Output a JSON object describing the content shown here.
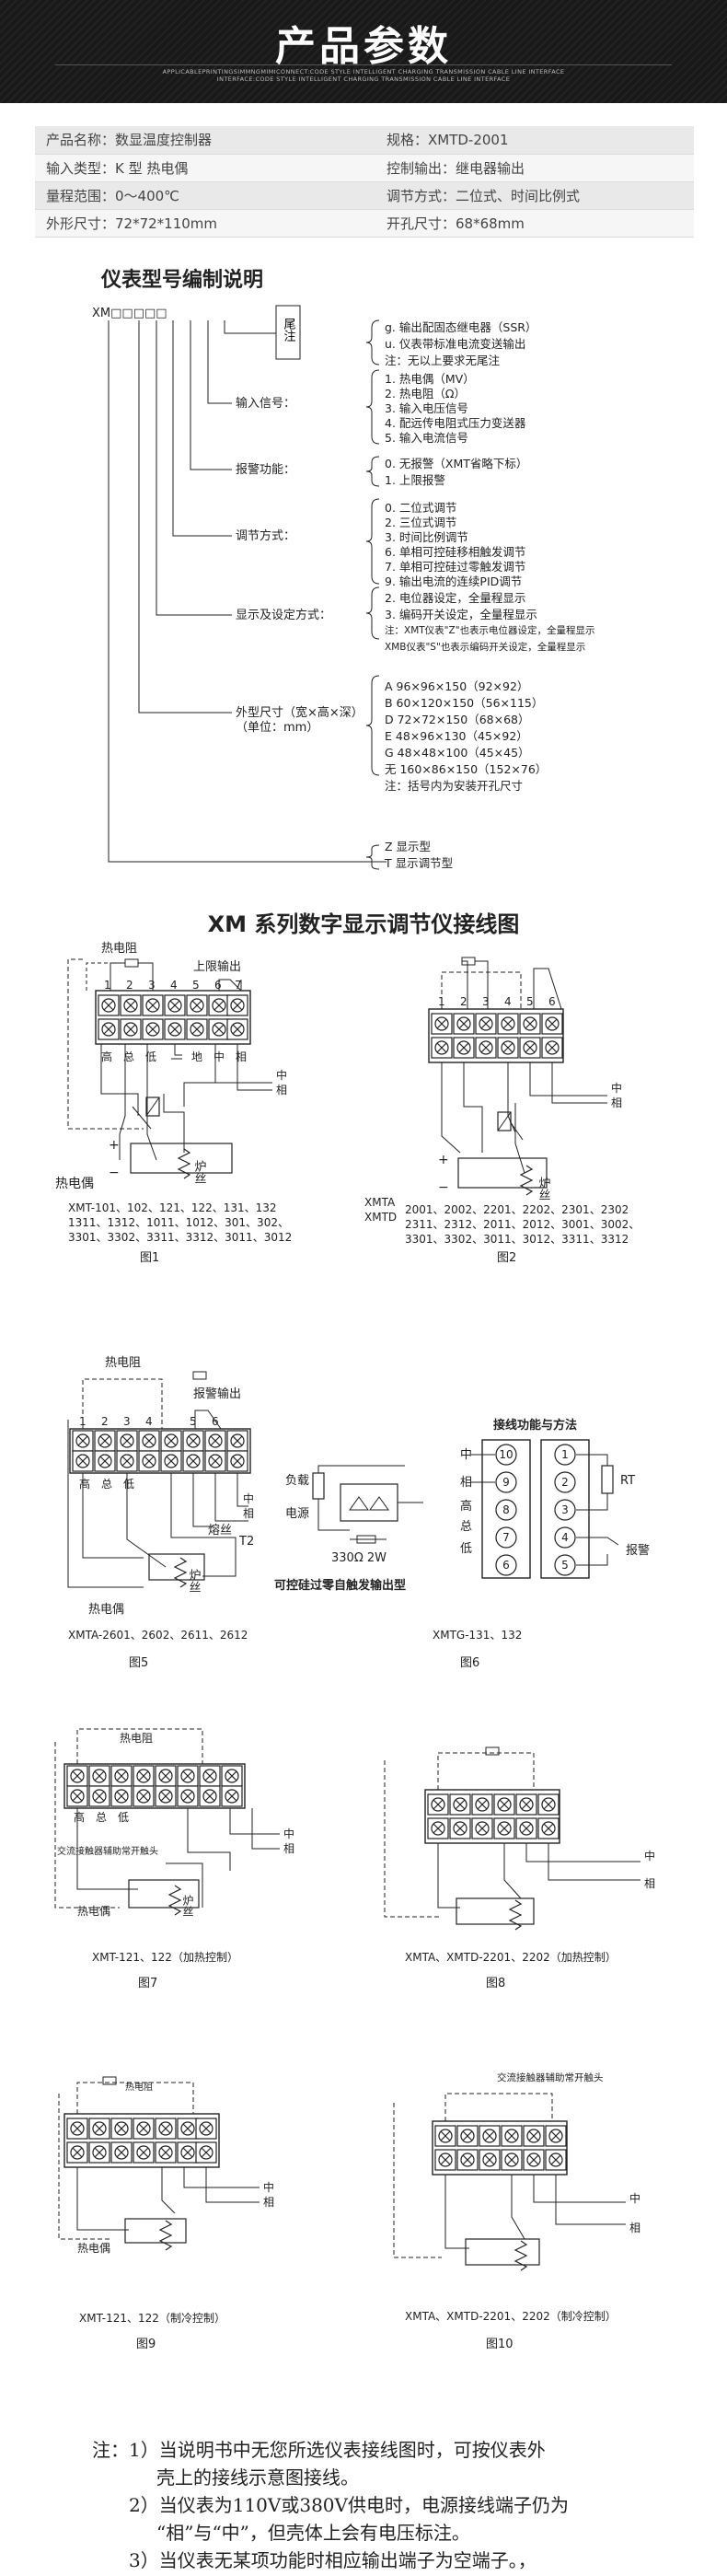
{
  "header": {
    "title": "产品参数",
    "subtitle_1": "APPLICABLEPRINTINGSIMMNGMIMICONNECT:CODE STYLE INTELLIGENT CHARGING TRANSMISSION CABLE LINE INTERFACE",
    "subtitle_2": "INTERFACE:CODE STYLE INTELLIGENT CHARGING TRANSMISSION CABLE LINE INTERFACE"
  },
  "spec": [
    {
      "left": "产品名称：数显温度控制器",
      "right": "规格：XMTD-2001"
    },
    {
      "left": "输入类型：K 型  热电偶",
      "right": "控制输出：继电器输出"
    },
    {
      "left": "量程范围：0～400℃",
      "right": "调节方式：二位式、时间比例式"
    },
    {
      "left": "外形尺寸：72*72*110mm",
      "right": "开孔尺寸：68*68mm"
    }
  ],
  "model_code": {
    "title": "仪表型号编制说明",
    "prefix": "XM□□□□□",
    "suffix_label": "尾注",
    "labels": {
      "input": "输入信号：",
      "alarm": "报警功能：",
      "control": "调节方式：",
      "display": "显示及设定方式：",
      "size": "外型尺寸（宽×高×深）",
      "unit": "（单位：mm）"
    },
    "suffix_opts": [
      "g. 输出配固态继电器（SSR）",
      "u. 仪表带标准电流变送输出",
      "注：无以上要求无尾注"
    ],
    "input_opts": [
      "1. 热电偶（MV）",
      "2. 热电阻（Ω）",
      "3. 输入电压信号",
      "4. 配远传电阻式压力变送器",
      "5. 输入电流信号"
    ],
    "alarm_opts": [
      "0. 无报警（XMT省略下标）",
      "1. 上限报警"
    ],
    "control_opts": [
      "0. 二位式调节",
      "2. 三位式调节",
      "3. 时间比例调节",
      "6. 单相可控硅移相触发调节",
      "7. 单相可控硅过零触发调节",
      "9. 输出电流的连续PID调节"
    ],
    "display_opts": [
      "2. 电位器设定，全量程显示",
      "3. 编码开关设定，全量程显示",
      "注：XMT仪表\"Z\"也表示电位器设定，全量程显示",
      "XMB仪表\"S\"也表示编码开关设定，全量程显示"
    ],
    "size_opts": [
      "A 96×96×150（92×92）",
      "B 60×120×150（56×115）",
      "D 72×72×150（68×68）",
      "E 48×96×130（45×92）",
      "G 48×48×100（45×45）",
      "无 160×86×150（152×76）",
      "注：括号内为安装开孔尺寸"
    ],
    "type_opts": [
      "Z 显示型",
      "T 显示调节型"
    ]
  },
  "wiring": {
    "title": "XM 系列数字显示调节仪接线图",
    "labels": {
      "rtd": "热电阻",
      "upper_out": "上限输出",
      "alarm_out": "报警输出",
      "high": "高",
      "total": "总",
      "low": "低",
      "ground": "地",
      "neutral": "中",
      "phase": "相",
      "thermocouple": "热电偶",
      "furnace": "炉丝",
      "load": "负载",
      "power": "电源",
      "fuse": "熔丝",
      "t2": "T2",
      "r330": "330Ω 2W",
      "scr_note": "可控硅过零自触发输出型",
      "func_title": "接线功能与方法",
      "rt": "RT",
      "alarm": "报警",
      "ac_contact": "交流接触器辅助常开触头"
    },
    "fig1_models": [
      "XMT-101、102、121、122、131、132",
      "1311、1312、1011、1012、301、302、",
      "3301、3302、3311、3312、3011、3012"
    ],
    "fig2_prefix": [
      "XMTA",
      "XMTD"
    ],
    "fig2_models": [
      "2001、2002、2201、2202、2301、2302",
      "2311、2312、2011、2012、3001、3002、",
      "3301、3302、3011、3012、3311、3312"
    ],
    "fig5_models": "XMTA-2601、2602、2611、2612",
    "fig6_models": "XMTG-131、132",
    "fig7_models": "XMT-121、122（加热控制）",
    "fig8_models": "XMTA、XMTD-2201、2202（加热控制）",
    "fig9_models": "XMT-121、122（制冷控制）",
    "fig10_models": "XMTA、XMTD-2201、2202（制冷控制）",
    "fig_labels": [
      "图1",
      "图2",
      "图5",
      "图6",
      "图7",
      "图8",
      "图9",
      "图10"
    ],
    "terminal_nums": [
      "1",
      "2",
      "3",
      "4",
      "5",
      "6",
      "7"
    ],
    "fig6_nums": [
      "10",
      "9",
      "8",
      "7",
      "6",
      "1",
      "2",
      "3",
      "4",
      "5"
    ]
  },
  "notes": {
    "lead": "注：",
    "items": [
      "1）当说明书中无您所选仪表接线图时，可按仪表外",
      "壳上的接线示意图接线。",
      "2）当仪表为110V或380V供电时，电源接线端子仍为",
      "“相”与“中”，但壳体上会有电压标注。",
      "3）当仪表无某项功能时相应输出端子为空端子。，"
    ]
  }
}
